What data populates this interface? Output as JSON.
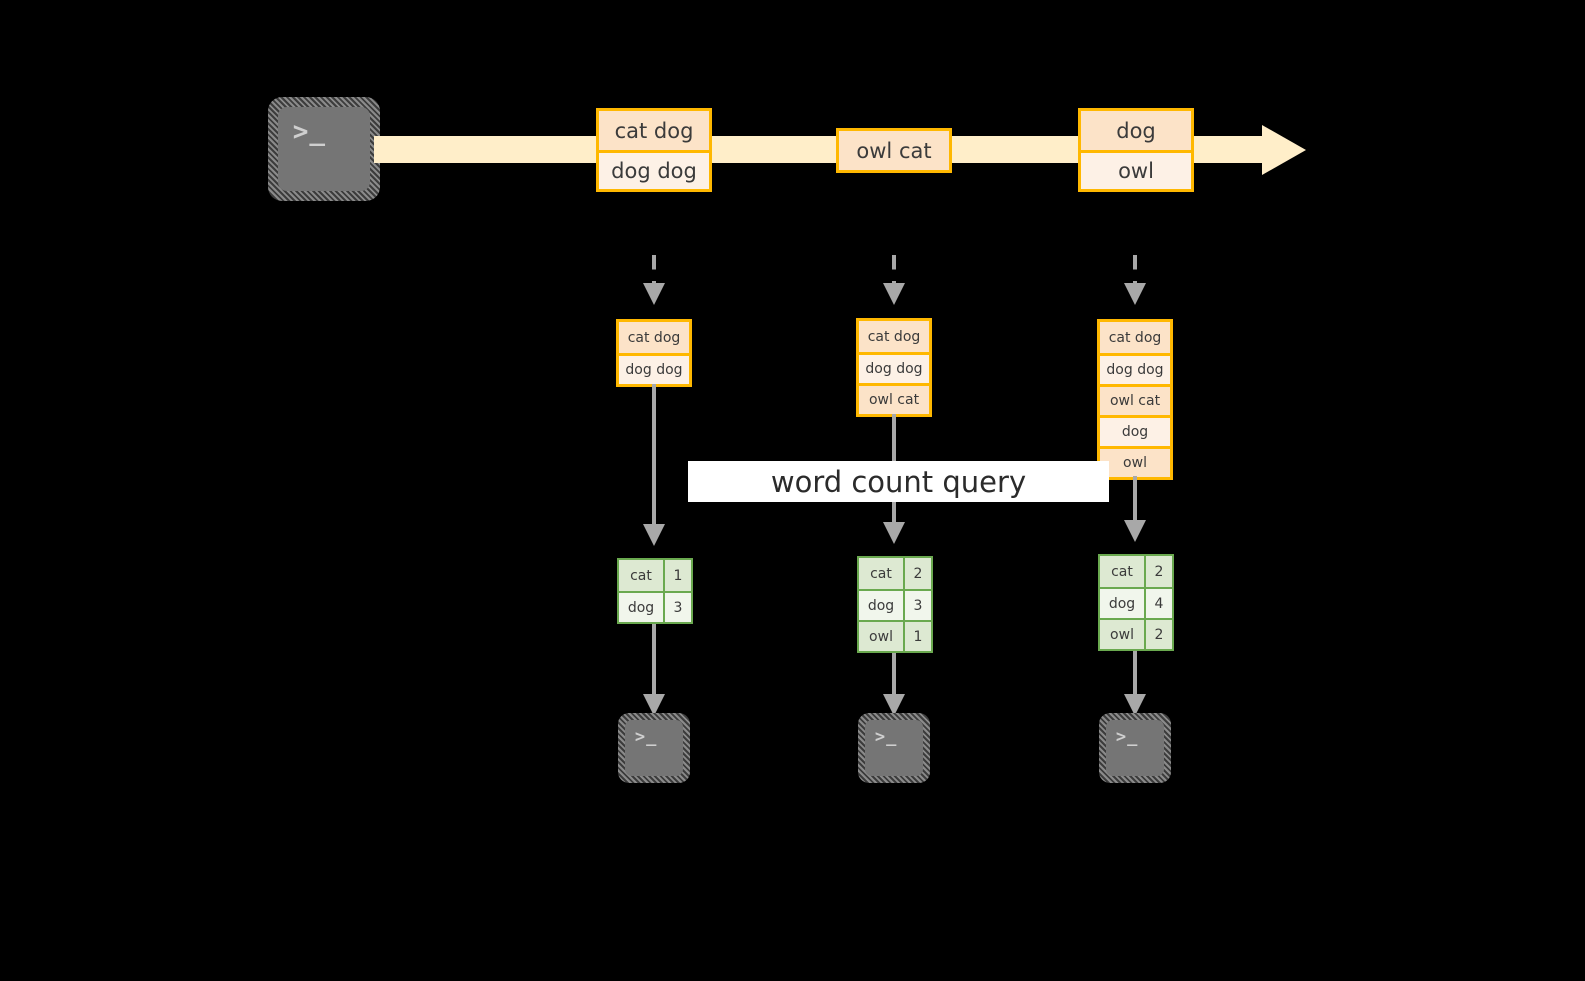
{
  "diagram": {
    "title_label": "word count query",
    "colors": {
      "stream_band": "#ffeec9",
      "record_border": "#ffb800",
      "record_fill_shade": "#fce3c8",
      "record_fill_plain": "#fdf1e6",
      "result_border": "#6aa94f",
      "result_fill_shade": "#dde9d2",
      "result_fill_plain": "#f1f6ec",
      "connector": "#a8a8a8",
      "terminal_fill": "#757575",
      "background": "#000000",
      "label_background": "#ffffff"
    },
    "producer": {
      "icon": "terminal-icon",
      "glyph": ">_"
    },
    "stream": {
      "arrow_direction": "right",
      "events": [
        {
          "name": "event-1",
          "lines": [
            {
              "text": "cat dog",
              "shade": true
            },
            {
              "text": "dog dog",
              "shade": false
            }
          ]
        },
        {
          "name": "event-2",
          "lines": [
            {
              "text": "owl cat",
              "shade": true
            }
          ]
        },
        {
          "name": "event-3",
          "lines": [
            {
              "text": "dog",
              "shade": true
            },
            {
              "text": "owl",
              "shade": false
            }
          ]
        }
      ]
    },
    "snapshots": [
      {
        "name": "snapshot-1",
        "input_lines": [
          {
            "text": "cat dog",
            "shade": true
          },
          {
            "text": "dog dog",
            "shade": false
          }
        ],
        "result_rows": [
          {
            "key": "cat",
            "value": "1",
            "shade": true
          },
          {
            "key": "dog",
            "value": "3",
            "shade": false
          }
        ],
        "consumer": {
          "icon": "terminal-icon",
          "glyph": ">_"
        }
      },
      {
        "name": "snapshot-2",
        "input_lines": [
          {
            "text": "cat dog",
            "shade": true
          },
          {
            "text": "dog dog",
            "shade": false
          },
          {
            "text": "owl cat",
            "shade": true
          }
        ],
        "result_rows": [
          {
            "key": "cat",
            "value": "2",
            "shade": true
          },
          {
            "key": "dog",
            "value": "3",
            "shade": false
          },
          {
            "key": "owl",
            "value": "1",
            "shade": true
          }
        ],
        "consumer": {
          "icon": "terminal-icon",
          "glyph": ">_"
        }
      },
      {
        "name": "snapshot-3",
        "input_lines": [
          {
            "text": "cat dog",
            "shade": true
          },
          {
            "text": "dog dog",
            "shade": false
          },
          {
            "text": "owl cat",
            "shade": true
          },
          {
            "text": "dog",
            "shade": false
          },
          {
            "text": "owl",
            "shade": true
          }
        ],
        "result_rows": [
          {
            "key": "cat",
            "value": "2",
            "shade": true
          },
          {
            "key": "dog",
            "value": "4",
            "shade": false
          },
          {
            "key": "owl",
            "value": "2",
            "shade": true
          }
        ],
        "consumer": {
          "icon": "terminal-icon",
          "glyph": ">_"
        }
      }
    ]
  }
}
